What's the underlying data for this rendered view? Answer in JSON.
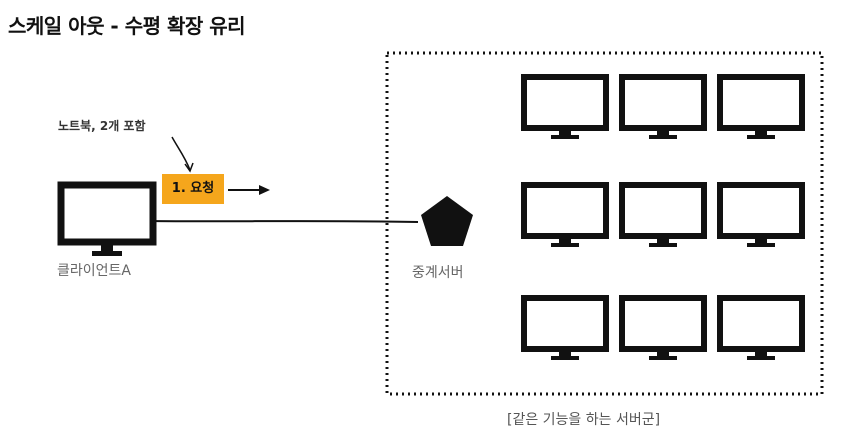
{
  "title": "스케일 아웃 - 수평 확장 유리",
  "note": "노트북, 2개 포함",
  "request": {
    "label": "1. 요청",
    "color": "#f5a61c"
  },
  "client": {
    "label": "클라이언트A"
  },
  "relay": {
    "label": "중계서버"
  },
  "server_group": {
    "label": "[같은 기능을 하는 서버군]",
    "rows": 3,
    "cols": 3
  }
}
